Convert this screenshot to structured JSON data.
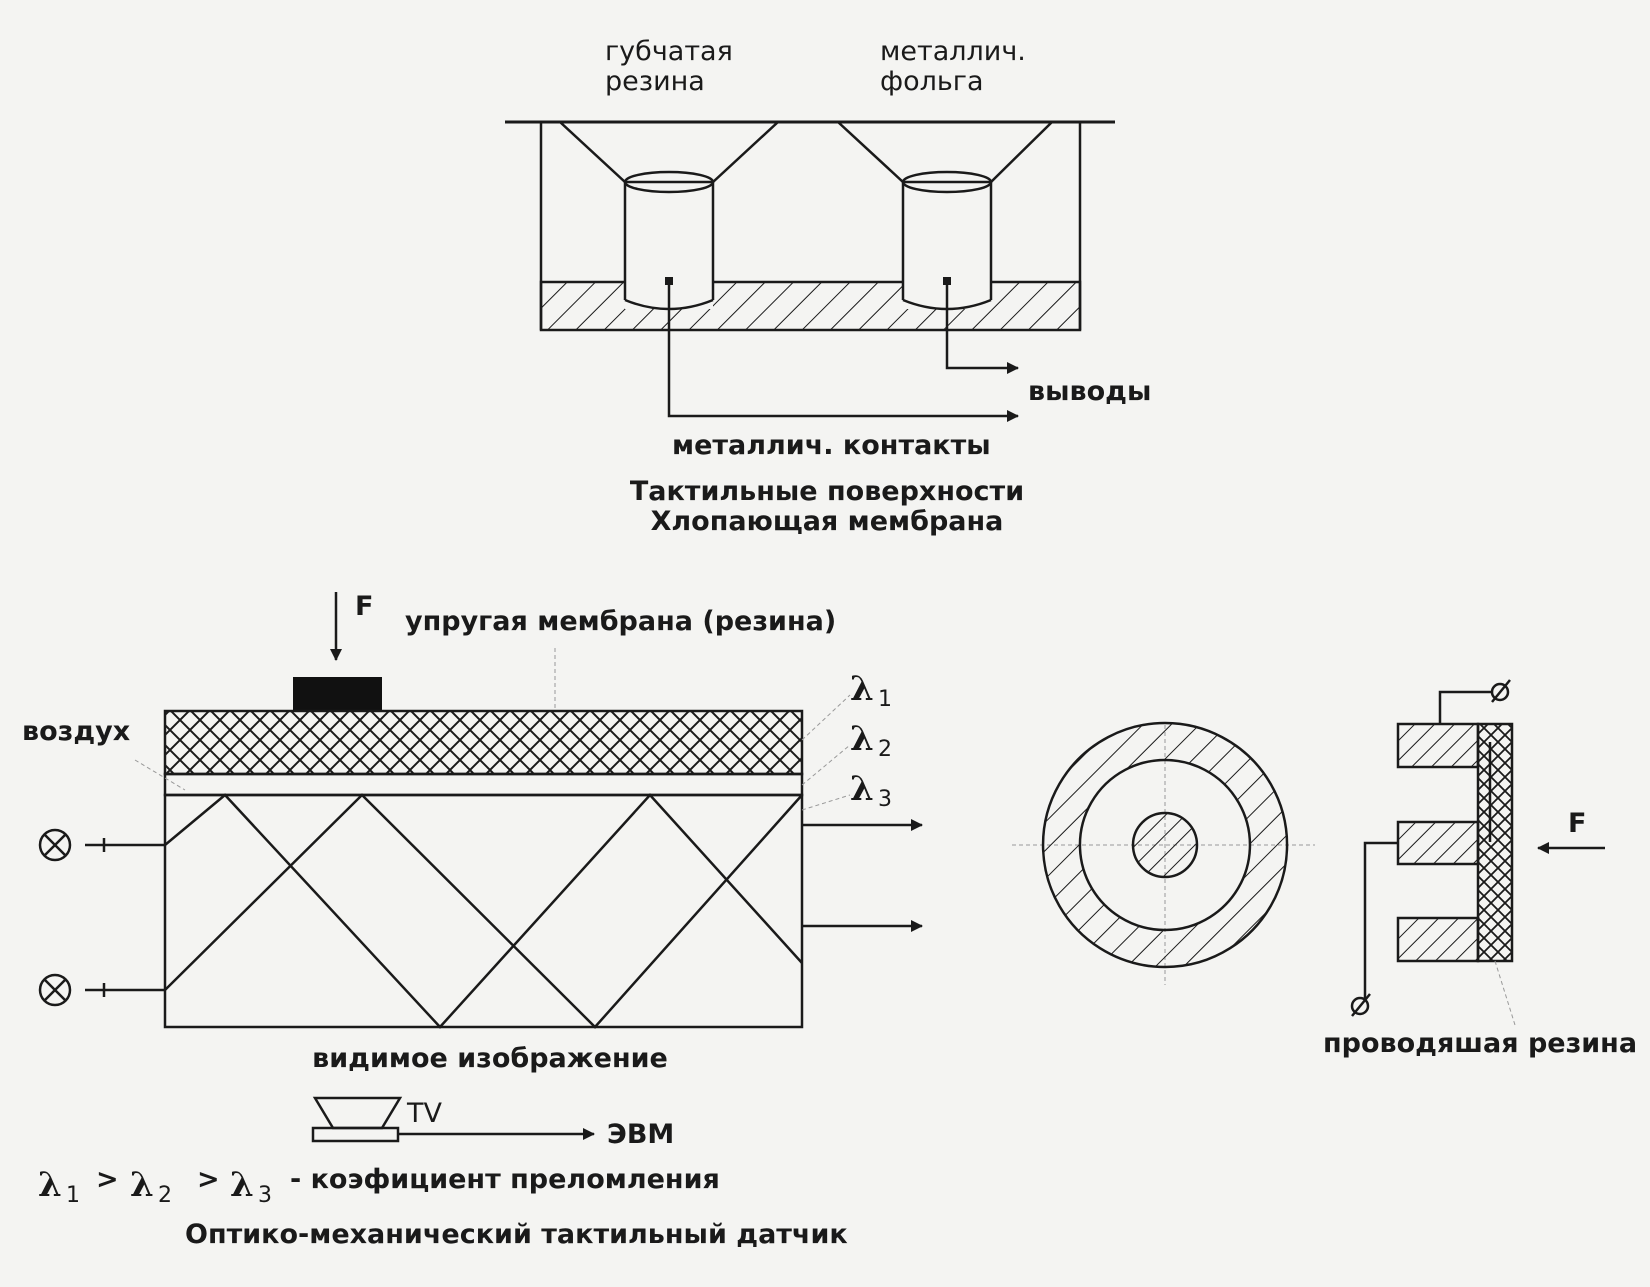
{
  "top_figure": {
    "label_sponge_line1": "губчатая",
    "label_sponge_line2": "резина",
    "label_foil_line1": "металлич.",
    "label_foil_line2": "фольга",
    "label_outputs": "выводы",
    "label_contacts": "металлич. контакты",
    "caption_line1": "Тактильные поверхности",
    "caption_line2": "Хлопающая мембрана"
  },
  "optical_figure": {
    "label_force": "F",
    "label_membrane": "упругая мембрана (резина)",
    "label_air": "воздух",
    "lambda_symbol": "λ",
    "lambda1_sub": "1",
    "lambda2_sub": "2",
    "lambda3_sub": "3",
    "label_visible_image": "видимое изображение",
    "label_tv": "TV",
    "label_computer": "ЭВМ",
    "formula_gt": ">",
    "formula_text": "- коэфициент преломления",
    "caption": "Оптико-механический тактильный датчик"
  },
  "rubber_figure": {
    "label_force": "F",
    "label_conductive_rubber": "проводяшая резина"
  }
}
